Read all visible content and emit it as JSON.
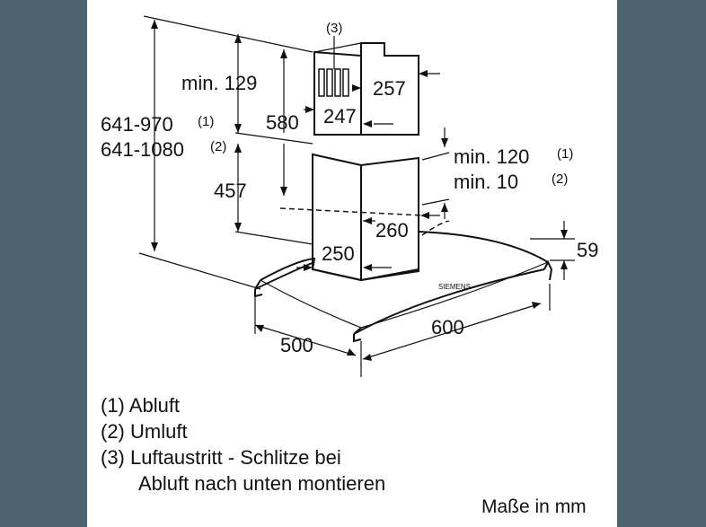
{
  "diagram": {
    "labels": {
      "outlet_ref": "(3)",
      "min129": "min. 129",
      "d257": "257",
      "d247": "247",
      "d580": "580",
      "range970": "641-970",
      "range970_ref": "(1)",
      "range1080": "641-1080",
      "range1080_ref": "(2)",
      "min120": "min. 120",
      "min120_ref": "(1)",
      "min10": "min. 10",
      "min10_ref": "(2)",
      "d457": "457",
      "d260": "260",
      "d250": "250",
      "d59": "59",
      "d500": "500",
      "d600": "600"
    },
    "legend": [
      "(1) Abluft",
      "(2) Umluft",
      "(3) Luftaustritt - Schlitze bei",
      "Abluft nach unten montieren"
    ],
    "units_note": "Maße in mm"
  }
}
